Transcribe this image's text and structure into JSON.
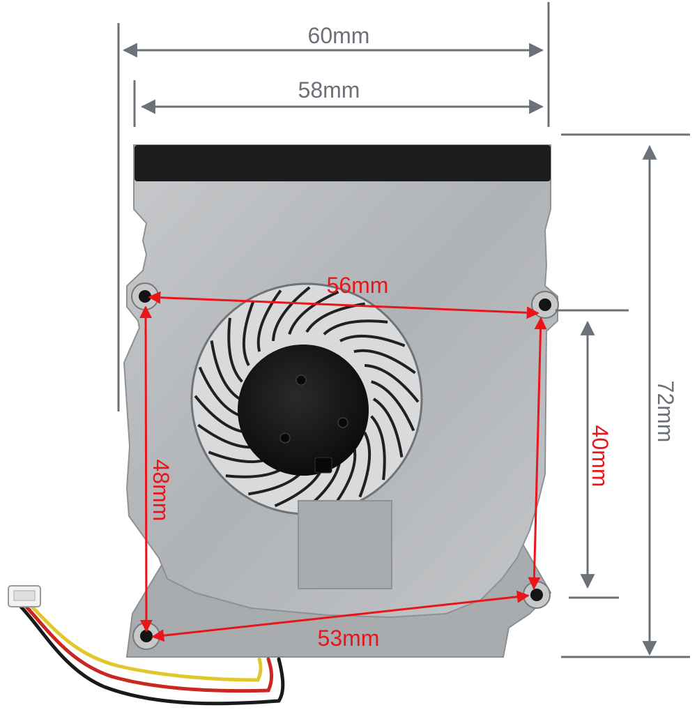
{
  "dimensions": {
    "overall_width": "60mm",
    "body_width": "58mm",
    "overall_height": "72mm",
    "top_hole_spacing": "56mm",
    "bottom_hole_spacing": "53mm",
    "left_hole_spacing": "48mm",
    "right_hole_spacing": "40mm"
  },
  "colors": {
    "guide_lines": "#6b7079",
    "hole_measurements": "#e8151b",
    "heatsink_plate": "#b9bcbe",
    "foam_strip": "#1c1c1e",
    "fan_hub": "#141414",
    "thermal_pad": "#a7aaae"
  },
  "wire_colors": [
    "#1a1a1a",
    "#c8281f",
    "#e2c72c"
  ]
}
